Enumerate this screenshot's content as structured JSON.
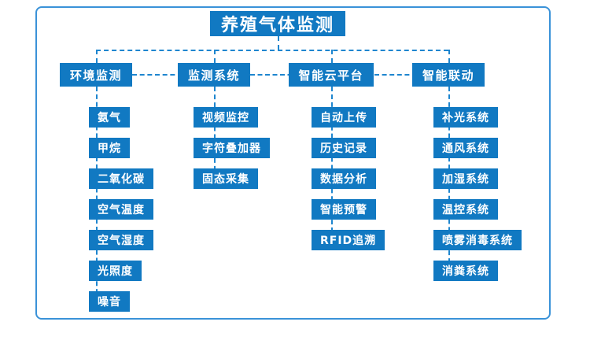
{
  "diagram": {
    "title": "养殖气体监测",
    "frame_color": "#3a92d8",
    "node_fill": "#1179c2",
    "node_text_color": "#ffffff",
    "connector_color": "#1e86cf",
    "branches": [
      {
        "label": "环境监测",
        "leaves": [
          "氨气",
          "甲烷",
          "二氧化碳",
          "空气温度",
          "空气湿度",
          "光照度",
          "噪音"
        ]
      },
      {
        "label": "监测系统",
        "leaves": [
          "视频监控",
          "字符叠加器",
          "固态采集"
        ]
      },
      {
        "label": "智能云平台",
        "leaves": [
          "自动上传",
          "历史记录",
          "数据分析",
          "智能预警",
          "RFID追溯"
        ]
      },
      {
        "label": "智能联动",
        "leaves": [
          "补光系统",
          "通风系统",
          "加湿系统",
          "温控系统",
          "喷雾消毒系统",
          "消粪系统"
        ]
      }
    ]
  }
}
